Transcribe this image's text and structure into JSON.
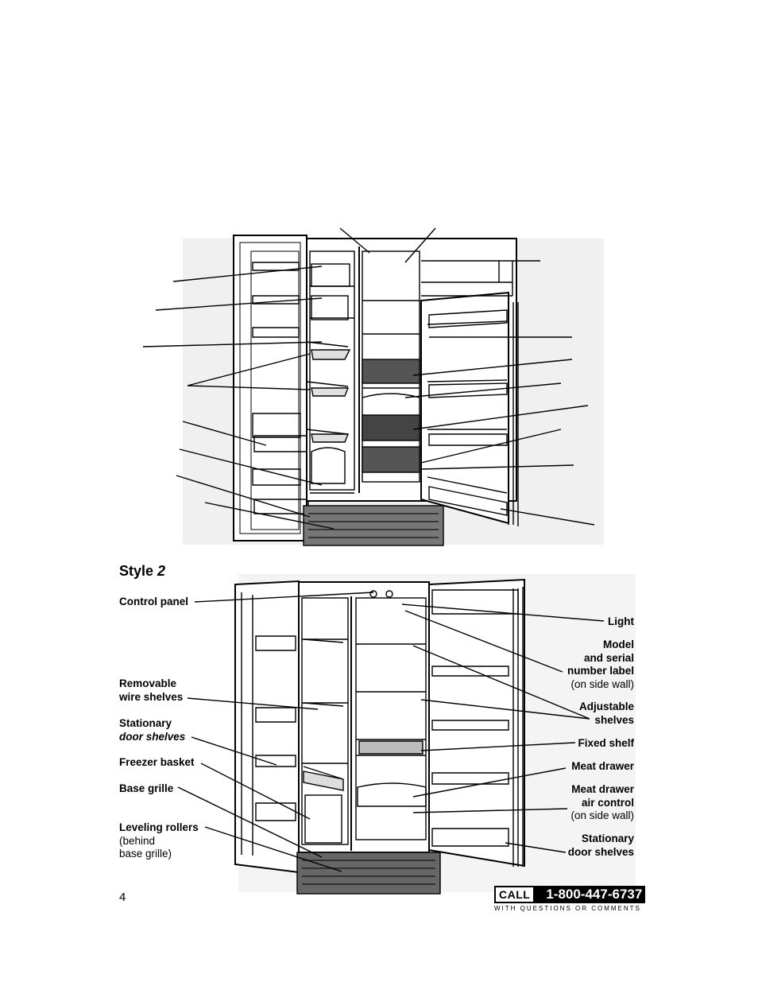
{
  "style_heading": {
    "word": "Style",
    "number": "2"
  },
  "labels": {
    "control_panel": "Control panel",
    "removable_wire_shelves_1": "Removable",
    "removable_wire_shelves_2": "wire shelves",
    "stationary_door_shelves_1": "Stationary",
    "stationary_door_shelves_2": "door shelves",
    "freezer_basket": "Freezer basket",
    "base_grille": "Base grille",
    "leveling_rollers": "Leveling rollers",
    "leveling_note_1": "(behind",
    "leveling_note_2": "base grille)",
    "light": "Light",
    "model_1": "Model",
    "model_2": "and serial",
    "model_3": "number label",
    "model_note": "(on side wall)",
    "adjustable_1": "Adjustable",
    "adjustable_2": "shelves",
    "fixed_shelf": "Fixed shelf",
    "meat_drawer": "Meat drawer",
    "meat_air_1": "Meat drawer",
    "meat_air_2": "air control",
    "meat_air_note": "(on side wall)",
    "stationary_right_1": "Stationary",
    "stationary_right_2": "door shelves"
  },
  "footer": {
    "page_number": "4",
    "call_label": "CALL",
    "phone": "1-800-447-6737",
    "tagline": "WITH QUESTIONS OR COMMENTS"
  }
}
